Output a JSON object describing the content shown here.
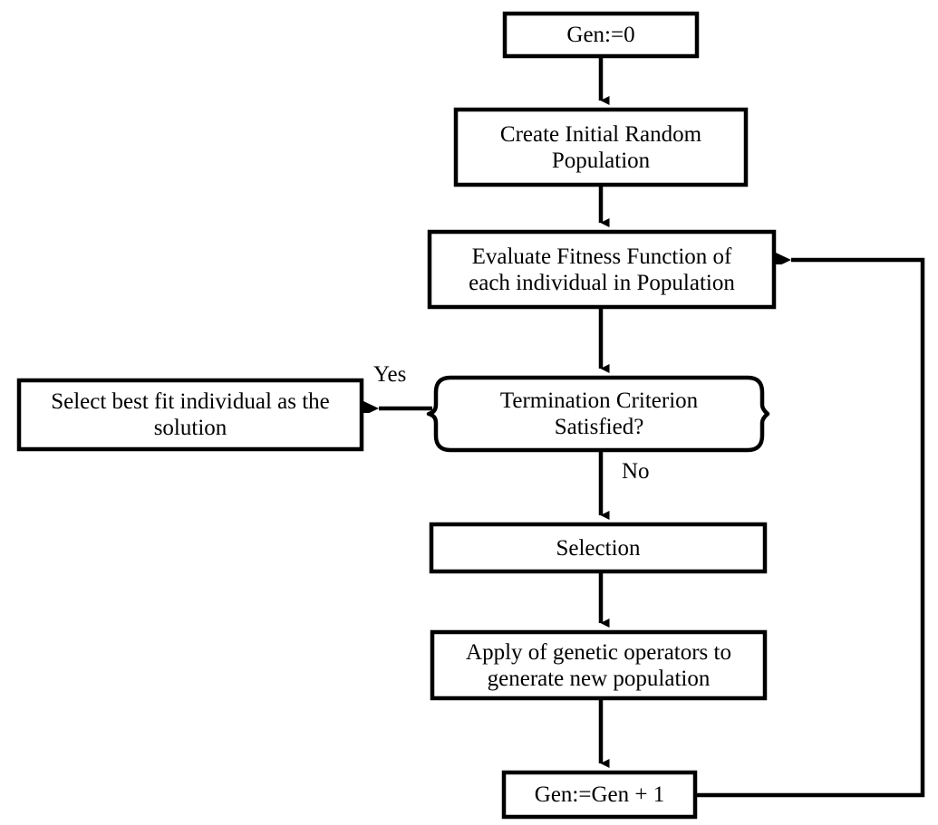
{
  "diagram": {
    "title": "Genetic Algorithm Flowchart",
    "type": "flowchart",
    "background_color": "#ffffff",
    "stroke_color": "#000000",
    "text_color": "#000000"
  },
  "nodes": {
    "gen_init": {
      "label": "Gen:=0",
      "shape": "rectangle"
    },
    "create_population": {
      "label": "Create Initial Random\nPopulation",
      "shape": "rectangle"
    },
    "evaluate_fitness": {
      "label": "Evaluate Fitness Function of\neach individual in Population",
      "shape": "rectangle"
    },
    "termination_decision": {
      "label": "Termination Criterion\nSatisfied?",
      "shape": "brace-rounded"
    },
    "select_best": {
      "label": "Select best fit individual as the\nsolution",
      "shape": "rectangle"
    },
    "selection": {
      "label": "Selection",
      "shape": "rectangle"
    },
    "apply_operators": {
      "label": "Apply of genetic operators to\ngenerate new population",
      "shape": "rectangle"
    },
    "gen_increment": {
      "label": "Gen:=Gen + 1",
      "shape": "rectangle"
    }
  },
  "edges": {
    "yes_label": "Yes",
    "no_label": "No",
    "loop_back_label": ""
  }
}
